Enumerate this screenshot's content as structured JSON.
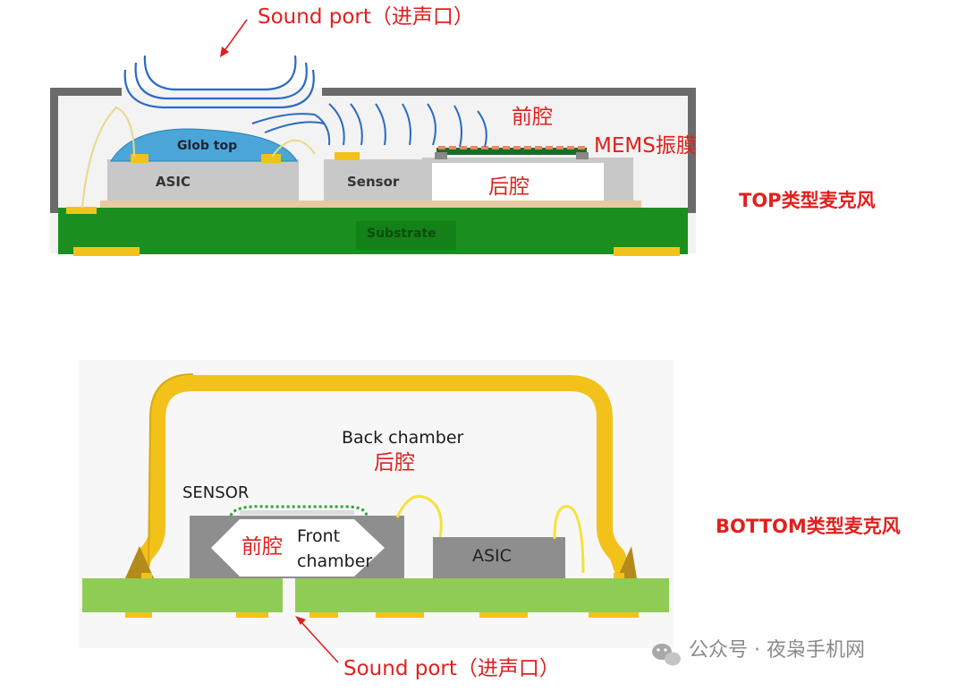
{
  "top": {
    "sound_port": "Sound port（进声口）",
    "front_chamber": "前腔",
    "mems_diaphragm": "MEMS振膜",
    "back_chamber": "后腔",
    "glob_top": "Glob top",
    "asic": "ASIC",
    "sensor": "Sensor",
    "substrate": "Substrate",
    "type_label": "TOP类型麦克风"
  },
  "bottom": {
    "back_chamber_en": "Back chamber",
    "back_chamber_cn": "后腔",
    "sensor": "SENSOR",
    "front_chamber_cn": "前腔",
    "front_chamber_en_1": "Front",
    "front_chamber_en_2": "chamber",
    "asic": "ASIC",
    "type_label": "BOTTOM类型麦克风",
    "sound_port": "Sound port（进声口）"
  },
  "watermark": {
    "text": "公众号 · 夜枭手机网",
    "icon": "wechat-icon"
  },
  "colors": {
    "label_red": "#e0201e",
    "substrate_green": "#1a8f1f",
    "pcb_green": "#8fcc55",
    "gold": "#f2c21b",
    "die_gray": "#c8c8c8",
    "can_gray": "#6b6b6b"
  }
}
